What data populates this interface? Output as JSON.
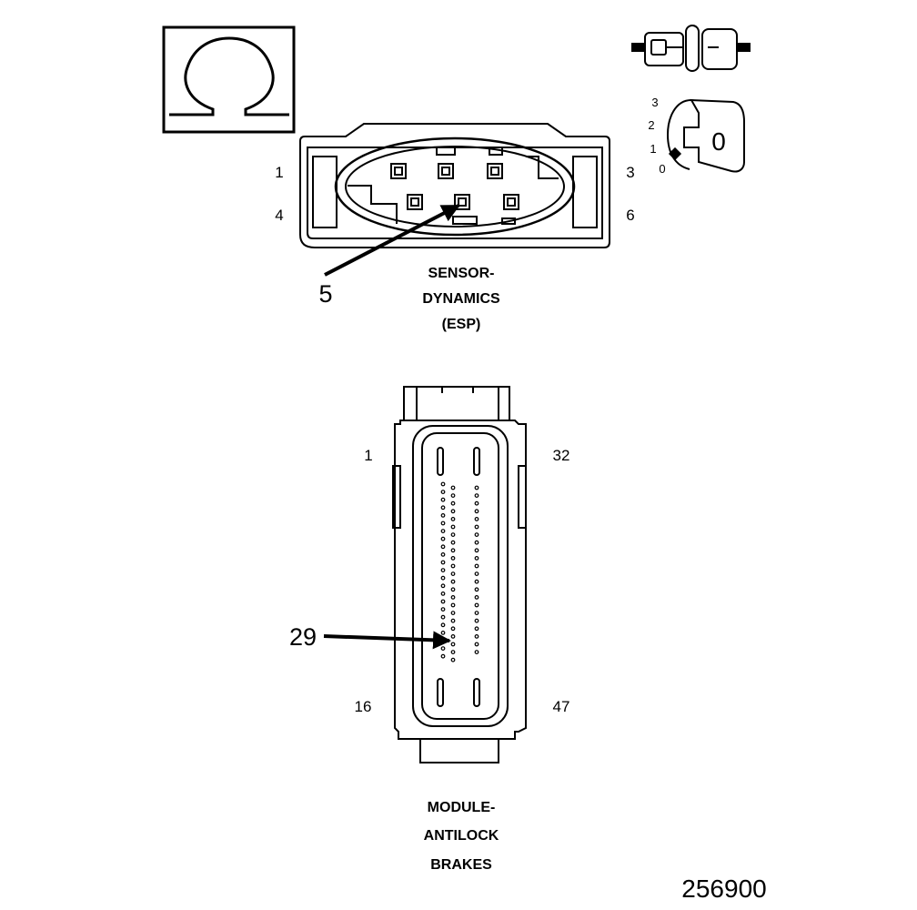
{
  "symbol": {
    "icon": "ohm-symbol-icon"
  },
  "ignition": {
    "icons": [
      "connector-disconnect-icon",
      "ignition-key-icon"
    ],
    "positions": [
      "3",
      "2",
      "1",
      "0"
    ],
    "key_label": "0"
  },
  "esp_connector": {
    "pin_labels": {
      "top_left": "1",
      "top_right": "3",
      "bottom_left": "4",
      "bottom_right": "6"
    },
    "callout": "5",
    "caption": [
      "SENSOR-",
      "DYNAMICS",
      "(ESP)"
    ]
  },
  "abs_connector": {
    "pin_labels": {
      "top_left": "1",
      "top_right": "32",
      "bottom_left": "16",
      "bottom_right": "47"
    },
    "callout": "29",
    "caption": [
      "MODULE-",
      "ANTILOCK",
      "BRAKES"
    ]
  },
  "figure_number": "256900"
}
